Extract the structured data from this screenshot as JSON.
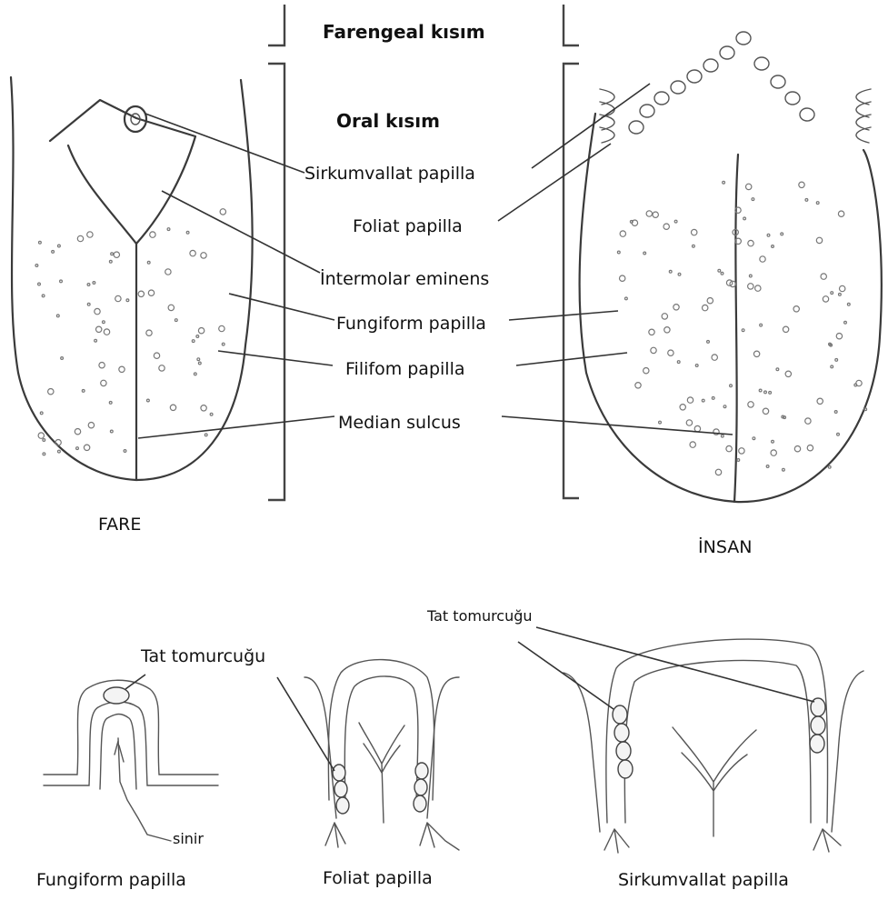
{
  "regions": {
    "pharyngeal": "Farengeal kısım",
    "oral": "Oral kısım"
  },
  "labels": {
    "circumvallate": "Sirkumvallat papilla",
    "foliate": "Foliat papilla",
    "intermolar": "İntermolar eminens",
    "fungiform": "Fungiform papilla",
    "filiform": "Filifom papilla",
    "median": "Median sulcus"
  },
  "captions": {
    "mouse": "FARE",
    "human": "İNSAN"
  },
  "detail": {
    "taste_bud_left": "Tat tomurcuğu",
    "taste_bud_right": "Tat tomurcuğu",
    "nerve": "sinir",
    "fungiform_caption": "Fungiform papilla",
    "foliate_caption": "Foliat papilla",
    "circumvallate_caption": "Sirkumvallat papilla"
  },
  "colors": {
    "line": "#3a3a3a",
    "text": "#111111",
    "background": "#ffffff"
  }
}
